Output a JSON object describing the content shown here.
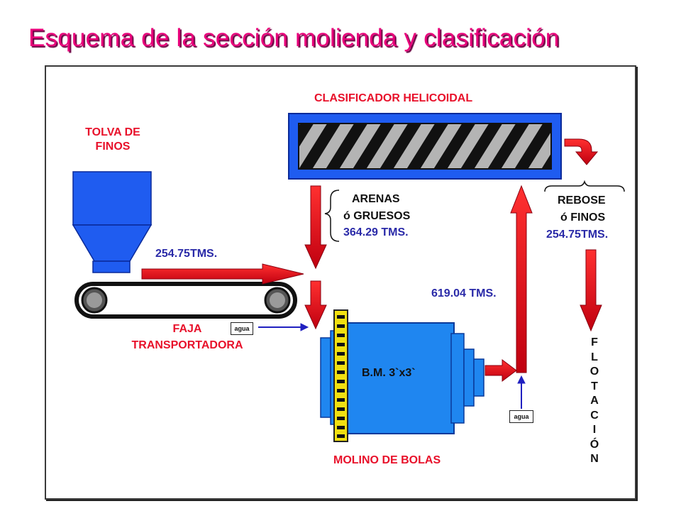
{
  "title": "Esquema de la sección molienda y clasificación",
  "labels": {
    "clasificador": "CLASIFICADOR HELICOIDAL",
    "tolva_line1": "TOLVA DE",
    "tolva_line2": "FINOS",
    "feed_flow": "254.75TMS.",
    "arenas_line1": "ARENAS",
    "arenas_line2": "ó GRUESOS",
    "arenas_flow": "364.29 TMS.",
    "rebose_line1": "REBOSE",
    "rebose_line2": "ó FINOS",
    "rebose_flow": "254.75TMS.",
    "mill_discharge_flow": "619.04 TMS.",
    "faja_line1": "FAJA",
    "faja_line2": "TRANSPORTADORA",
    "mill_name": "B.M. 3`x3`",
    "molino": "MOLINO DE BOLAS",
    "agua_1": "agua",
    "agua_2": "agua",
    "flotacion_letters": [
      "F",
      "L",
      "O",
      "T",
      "A",
      "C",
      "I",
      "Ó",
      "N"
    ]
  },
  "colors": {
    "title": "#e8007a",
    "equipment_blue": "#1f5cf0",
    "mill_blue": "#1f86f0",
    "arrow_red": "#e81020",
    "water_arrow": "#2020c0",
    "label_red": "#e8102a",
    "label_blue": "#2a2aa8"
  }
}
